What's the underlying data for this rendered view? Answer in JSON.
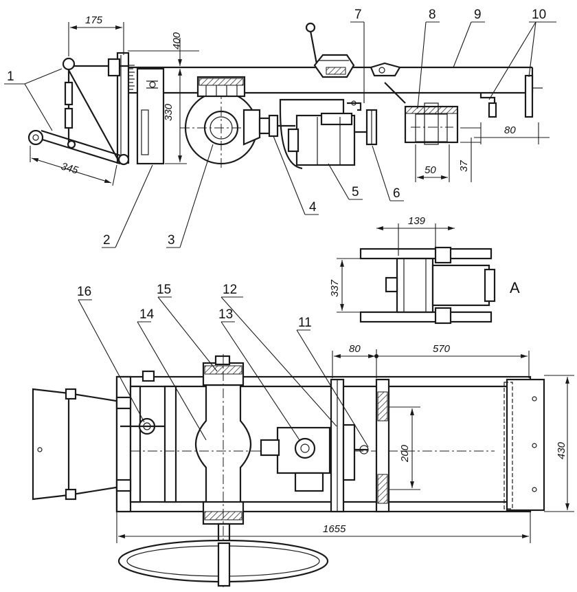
{
  "callouts": [
    "1",
    "2",
    "3",
    "4",
    "5",
    "6",
    "7",
    "8",
    "9",
    "10",
    "11",
    "12",
    "13",
    "14",
    "15",
    "16"
  ],
  "dimensions": {
    "d175": "175",
    "d400": "400",
    "d330": "330",
    "d345": "345",
    "d80_top": "80",
    "d50": "50",
    "d37": "37",
    "d139": "139",
    "d337": "337",
    "d80_bottom": "80",
    "d570": "570",
    "d200": "200",
    "d430": "430",
    "d1655": "1655"
  },
  "view_label": "A"
}
